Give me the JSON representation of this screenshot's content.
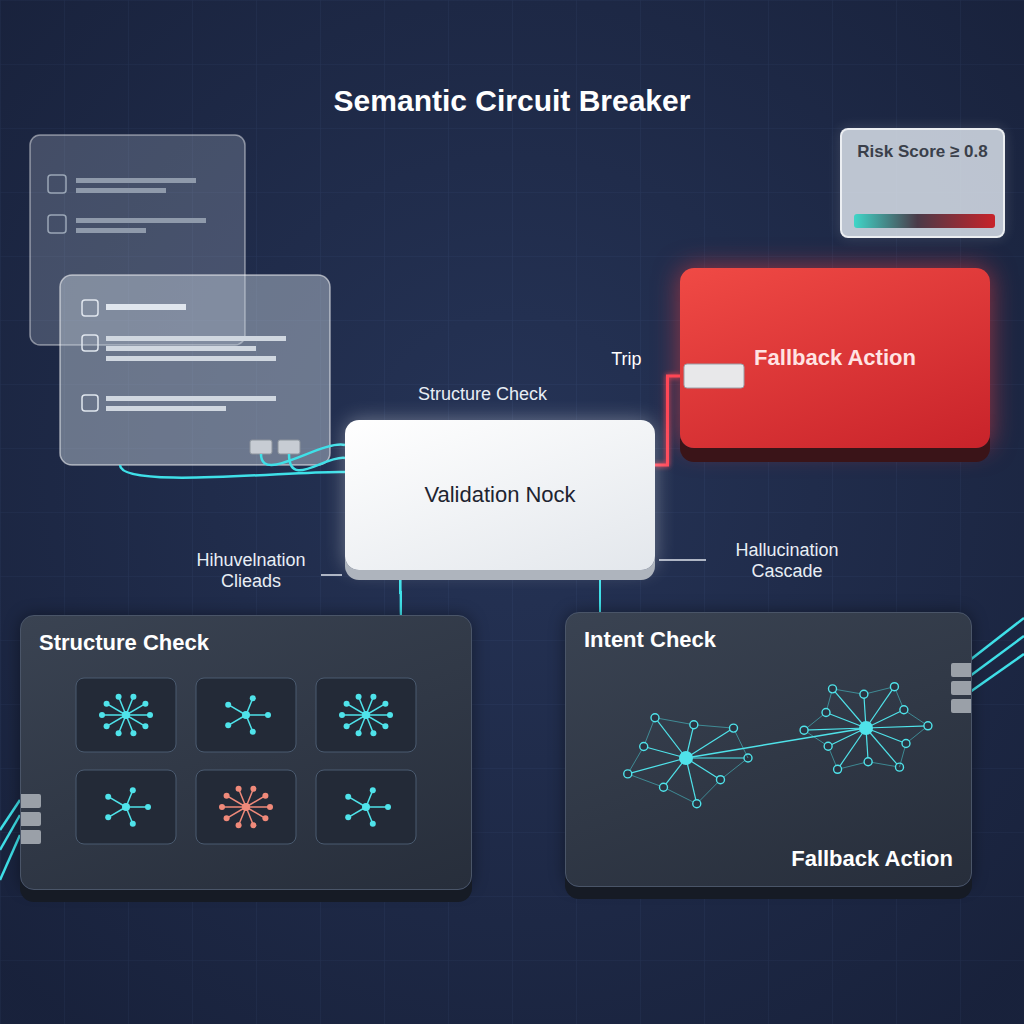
{
  "diagram": {
    "title": "Semantic Circuit Breaker",
    "nodes": [
      {
        "text": [
          "Risk Score ≥ 0.8"
        ]
      },
      {
        "text": [
          "Fallback Action"
        ]
      },
      {
        "text": [
          "Validation Nock"
        ]
      },
      {
        "text": [
          "Structure Check"
        ]
      },
      {
        "text": [
          "Intent Check",
          "Fallback Action"
        ]
      }
    ],
    "edges": [
      {
        "from": 2,
        "to": 1,
        "arrow": "none",
        "label": "Trip"
      },
      {
        "from": 3,
        "to": 2,
        "arrow": "none"
      },
      {
        "from": 4,
        "to": 2,
        "arrow": "none"
      }
    ],
    "labels": [
      "Structure Check",
      "Hihuvelnation Clieads",
      "Hallucination Cascade"
    ]
  }
}
